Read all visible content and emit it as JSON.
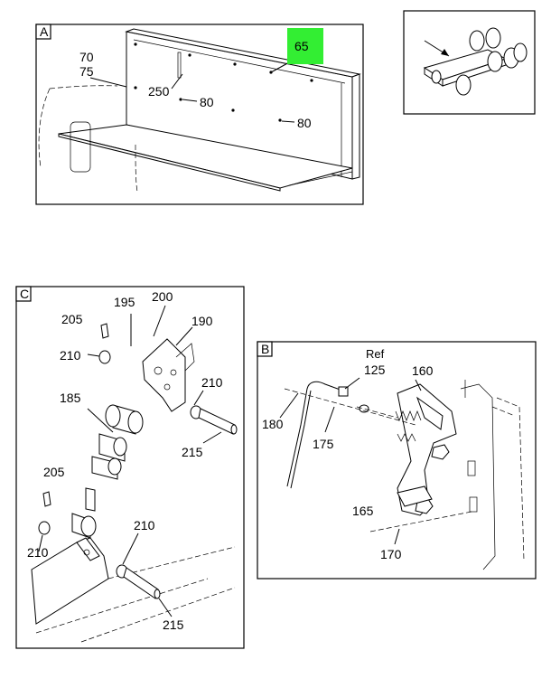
{
  "highlight_color": "#33ee33",
  "panels": {
    "a": {
      "tag": "A",
      "callouts": {
        "c70": "70",
        "c75": "75",
        "c65": "65",
        "c250": "250",
        "c80a": "80",
        "c80b": "80"
      }
    },
    "c": {
      "tag": "C",
      "callouts": {
        "c195": "195",
        "c200": "200",
        "c205a": "205",
        "c190": "190",
        "c210a": "210",
        "c210b": "210",
        "c185": "185",
        "c215a": "215",
        "c205b": "205",
        "c210c": "210",
        "c210d": "210",
        "c215b": "215"
      }
    },
    "b": {
      "tag": "B",
      "callouts": {
        "ref": "Ref",
        "c125": "125",
        "c160": "160",
        "c180": "180",
        "c175": "175",
        "c165": "165",
        "c170": "170"
      }
    }
  }
}
